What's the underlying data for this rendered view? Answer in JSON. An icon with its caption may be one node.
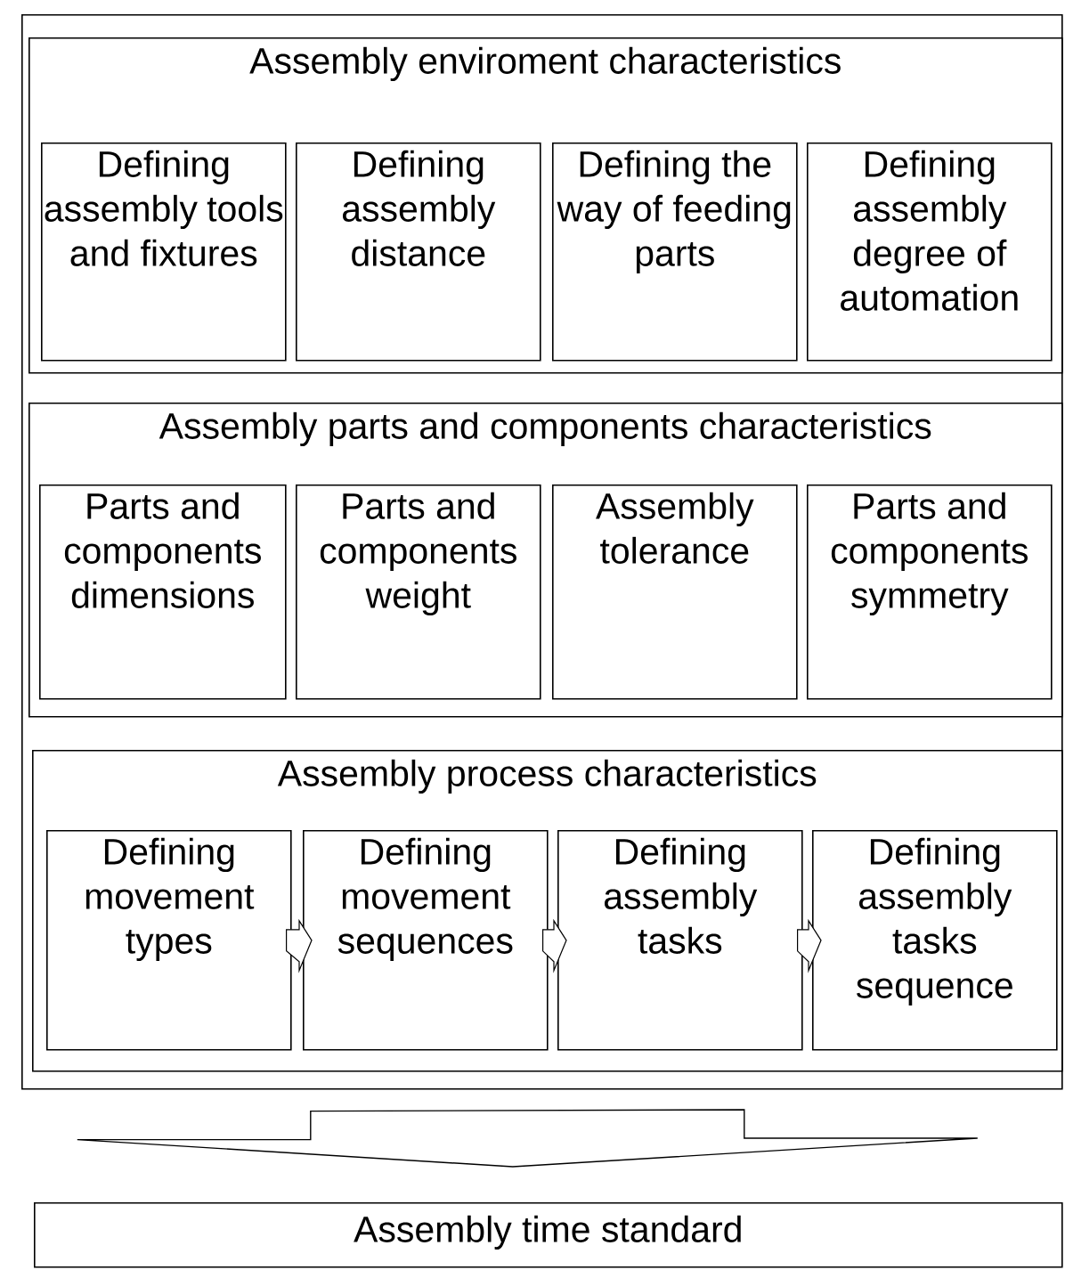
{
  "diagram": {
    "nodes": [
      {
        "text": [],
        "shape": "box"
      },
      {
        "text": [
          "Assembly enviroment characteristics"
        ],
        "in": 0
      },
      {
        "text": [
          "Defining assembly tools and fixtures"
        ],
        "in": 1
      },
      {
        "text": [
          "Defining assembly distance"
        ],
        "in": 1
      },
      {
        "text": [
          "Defining the way of feeding parts"
        ],
        "in": 1
      },
      {
        "text": [
          "Defining assembly degree of automation"
        ],
        "in": 1
      },
      {
        "text": [
          "Assembly parts and components characteristics"
        ],
        "in": 0
      },
      {
        "text": [
          "Parts and components dimensions"
        ],
        "in": 6
      },
      {
        "text": [
          "Parts and components weight"
        ],
        "in": 6
      },
      {
        "text": [
          "Assembly tolerance"
        ],
        "in": 6
      },
      {
        "text": [
          "Parts and components symmetry"
        ],
        "in": 6
      },
      {
        "text": [
          "Assembly process characteristics"
        ],
        "in": 0
      },
      {
        "text": [
          "Defining movement types"
        ],
        "in": 11
      },
      {
        "text": [
          "Defining movement sequences"
        ],
        "in": 11
      },
      {
        "text": [
          "Defining assembly tasks"
        ],
        "in": 11
      },
      {
        "text": [
          "Defining assembly tasks sequence"
        ],
        "in": 11
      },
      {
        "text": [
          "Assembly time standard"
        ]
      }
    ],
    "edges": [
      {
        "from": 12,
        "to": 13,
        "arrow": "to"
      },
      {
        "from": 13,
        "to": 14,
        "arrow": "to"
      },
      {
        "from": 14,
        "to": 15,
        "arrow": "to"
      },
      {
        "from": 0,
        "to": 16,
        "arrow": "to"
      }
    ]
  }
}
